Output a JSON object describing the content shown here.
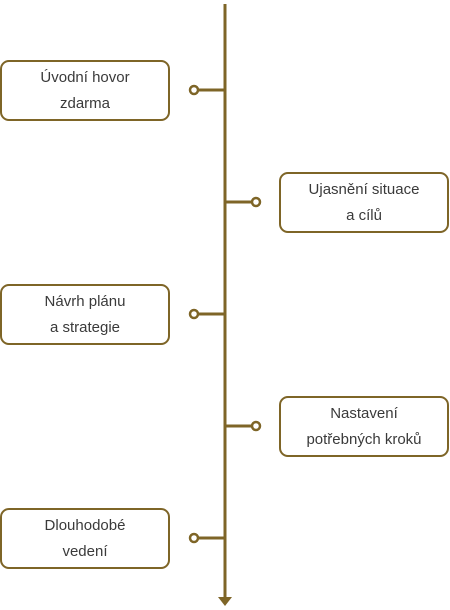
{
  "diagram": {
    "accent_color": "#7e6527",
    "text_color": "#3a3a3a",
    "steps": [
      {
        "line1": "Úvodní hovor",
        "line2": "zdarma",
        "side": "left"
      },
      {
        "line1": "Ujasnění situace",
        "line2": "a cílů",
        "side": "right"
      },
      {
        "line1": "Návrh plánu",
        "line2": "a strategie",
        "side": "left"
      },
      {
        "line1": "Nastavení",
        "line2": "potřebných kroků",
        "side": "right"
      },
      {
        "line1": "Dlouhodobé",
        "line2": "vedení",
        "side": "left"
      }
    ]
  }
}
